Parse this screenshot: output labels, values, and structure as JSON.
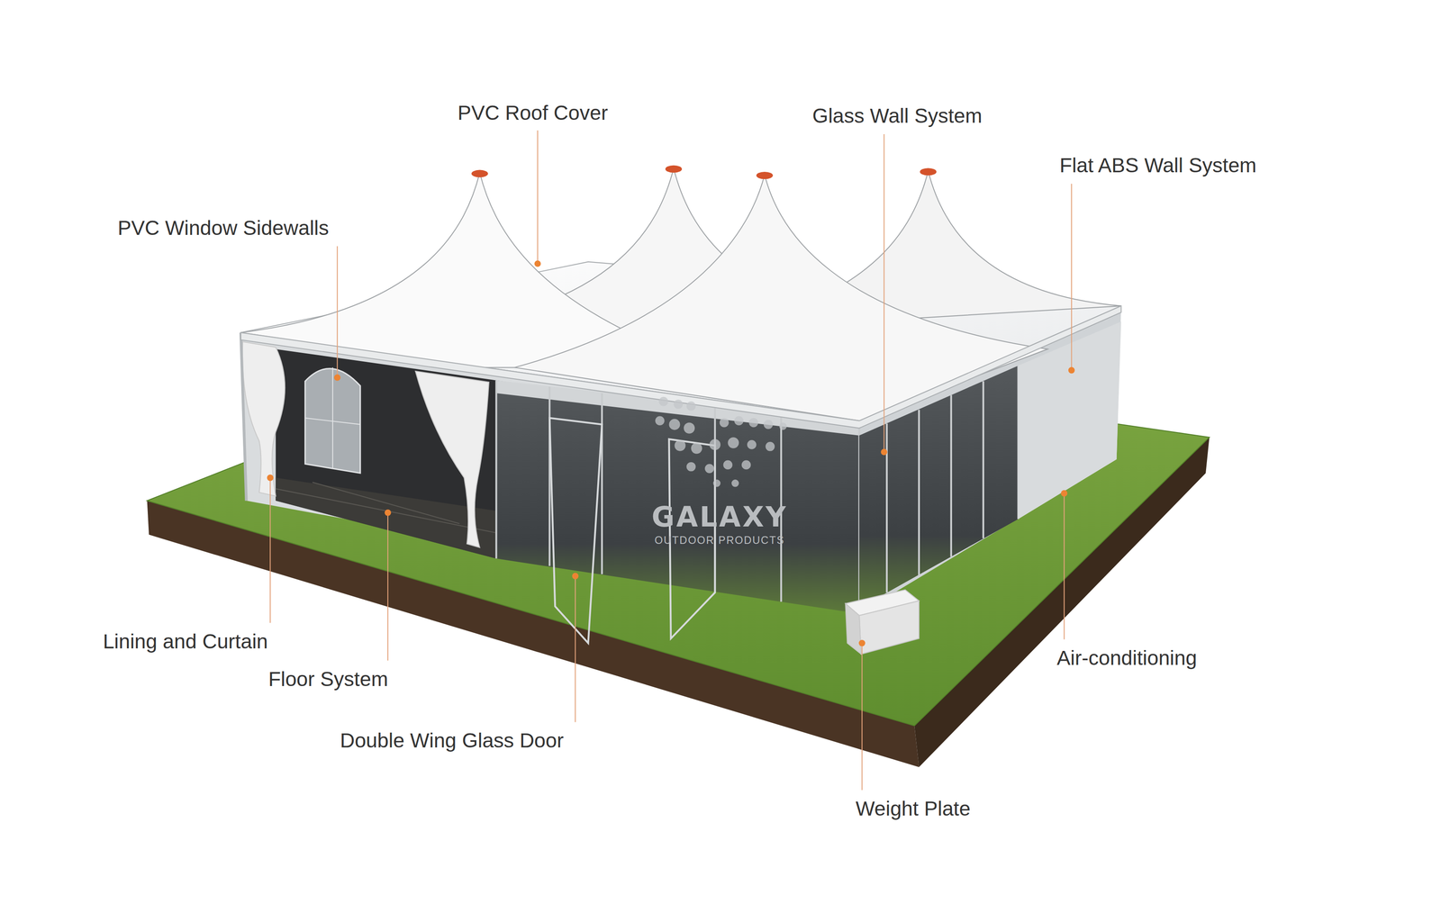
{
  "diagram": {
    "labels": [
      "PVC Roof Cover",
      "Glass Wall System",
      "Flat ABS Wall System",
      "PVC Window Sidewalls",
      "Lining and Curtain",
      "Floor System",
      "Double Wing Glass Door",
      "Weight Plate",
      "Air-conditioning",
      "GALAXY",
      "OUTDOOR PRODUCTS"
    ]
  }
}
